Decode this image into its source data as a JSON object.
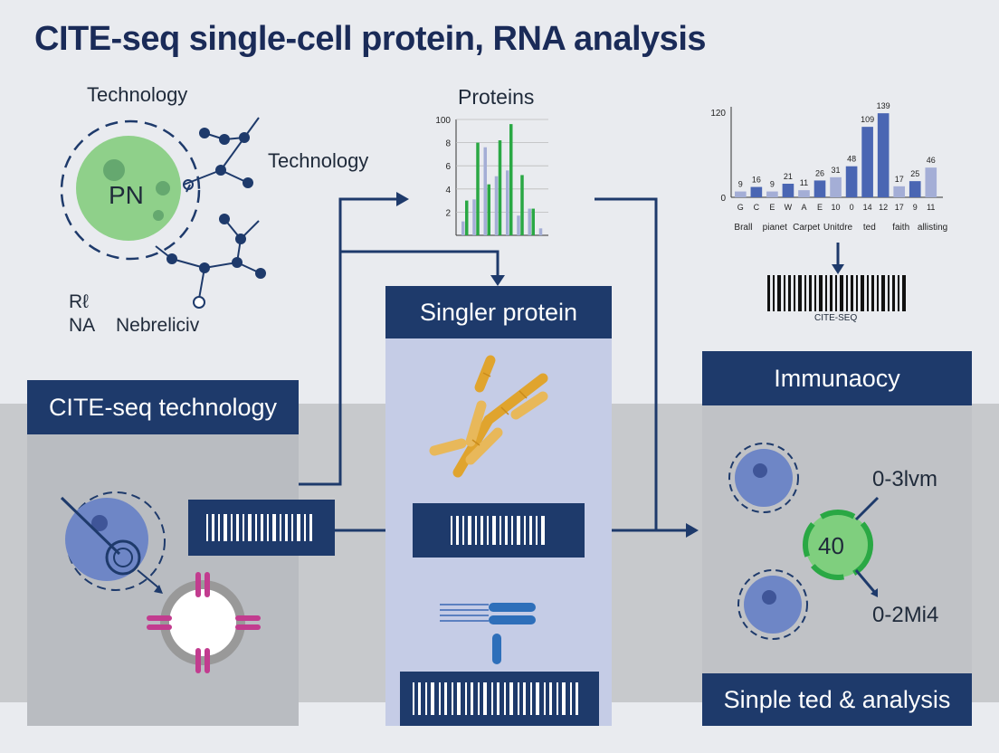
{
  "title": "CITE-seq single-cell protein, RNA analysis",
  "molecule": {
    "label_top": "Technology",
    "label_right": "Technology",
    "cell_label": "PN",
    "label_rna_line1": "Rℓ",
    "label_rna_line2": "NA",
    "label_bottom": "Nebreliciv"
  },
  "panels": {
    "left_header": "CITE-seq technology",
    "center_header": "Singler protein",
    "right_header": "Immunaocy",
    "right_footer": "Sinple ted & analysis",
    "right_value_top": "0-3lvm",
    "right_center_value": "40",
    "right_value_bottom": "0-2Mi4"
  },
  "barcode_label": "CITE-SEQ",
  "colors": {
    "navy": "#1e3a6b",
    "green": "#2aa844",
    "light_blue": "#a4aed6",
    "mid_blue": "#4a66b3",
    "gold": "#e0a42e",
    "magenta": "#c23c8f"
  },
  "chart_data": [
    {
      "type": "bar",
      "title": "Proteins",
      "ytick_labels": [
        "100",
        "8",
        "6",
        "4",
        "2"
      ],
      "series": [
        {
          "values": [
            1.2,
            3.1,
            7.6,
            5.1,
            5.6,
            1.7,
            2.3,
            0.6
          ]
        },
        {
          "values": [
            3.0,
            8.0,
            4.4,
            8.2,
            9.6,
            5.2,
            2.3
          ]
        }
      ]
    },
    {
      "type": "bar",
      "yticks": [
        "120",
        "0"
      ],
      "categories": [
        "G",
        "C",
        "E",
        "W",
        "A",
        "E",
        "10",
        "0",
        "14",
        "12",
        "17",
        "9",
        "11"
      ],
      "values": [
        9,
        16,
        9,
        21,
        11,
        26,
        31,
        48,
        109,
        130,
        17,
        25,
        46
      ],
      "value_labels": [
        "9",
        "16",
        "9",
        "21",
        "11",
        "26",
        "31",
        "48",
        "109",
        "139",
        "17",
        "25",
        "46"
      ],
      "group_labels": [
        "Brall",
        "pianet",
        "Carpet",
        "Unitdre",
        "ted",
        "faith",
        "allisting"
      ]
    }
  ]
}
